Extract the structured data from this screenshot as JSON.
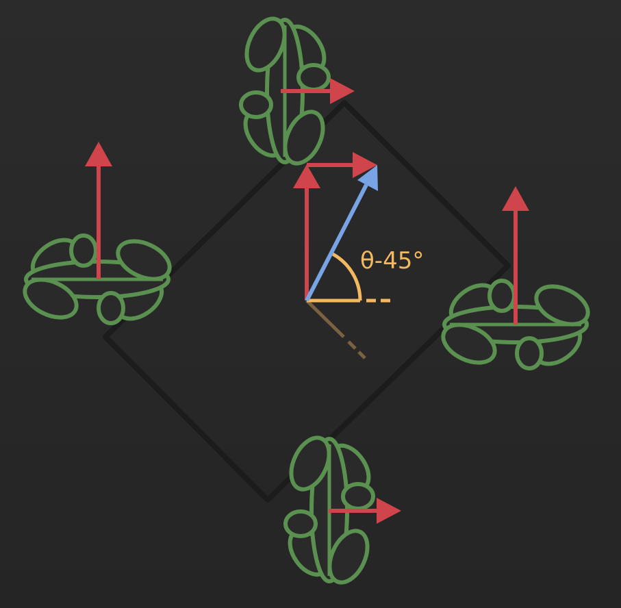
{
  "diagram": {
    "angle_label": "θ-45°",
    "colors": {
      "background": "#2a2a2a",
      "chassis": "#1c1c1c",
      "wheel": "#5a9150",
      "force_arrow": "#d0454b",
      "resultant_arrow": "#78a4e6",
      "angle": "#f4b860",
      "reference_line": "#7a6240"
    },
    "wheels": [
      {
        "position": "top",
        "force_direction": "right"
      },
      {
        "position": "left",
        "force_direction": "up"
      },
      {
        "position": "right",
        "force_direction": "up"
      },
      {
        "position": "bottom",
        "force_direction": "right"
      }
    ],
    "center_vectors": [
      {
        "name": "vertical-component",
        "direction": "up"
      },
      {
        "name": "horizontal-component",
        "direction": "right"
      },
      {
        "name": "resultant",
        "direction": "up-right"
      }
    ]
  }
}
